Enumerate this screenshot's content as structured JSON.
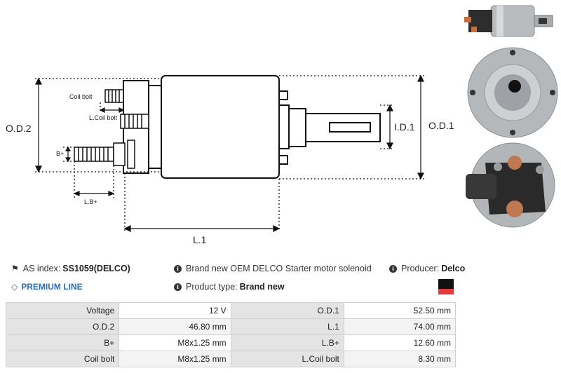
{
  "drawing": {
    "labels": {
      "od2": "O.D.2",
      "od1": "O.D.1",
      "id1": "I.D.1",
      "l1": "L.1",
      "coil_bolt": "Coil bolt",
      "l_coil_bolt": "L.Coil bolt",
      "b_plus": "B+",
      "lb_plus": "L.B+"
    }
  },
  "info": {
    "as_index_label": "AS index:",
    "as_index_value": "SS1059(DELCO)",
    "premium": "PREMIUM LINE",
    "description": "Brand new OEM DELCO Starter motor solenoid",
    "product_type_label": "Product type:",
    "product_type_value": "Brand new",
    "producer_label": "Producer:",
    "producer_value": "Delco"
  },
  "swatch_colors": {
    "top": "#111111",
    "bottom": "#e23b3b"
  },
  "specs": [
    {
      "l1": "Voltage",
      "v1": "12 V",
      "l2": "O.D.1",
      "v2": "52.50 mm"
    },
    {
      "l1": "O.D.2",
      "v1": "46.80 mm",
      "l2": "L.1",
      "v2": "74.00 mm"
    },
    {
      "l1": "B+",
      "v1": "M8x1.25 mm",
      "l2": "L.B+",
      "v2": "12.60 mm"
    },
    {
      "l1": "Coil bolt",
      "v1": "M8x1.25 mm",
      "l2": "L.Coil bolt",
      "v2": "8.30 mm"
    }
  ]
}
